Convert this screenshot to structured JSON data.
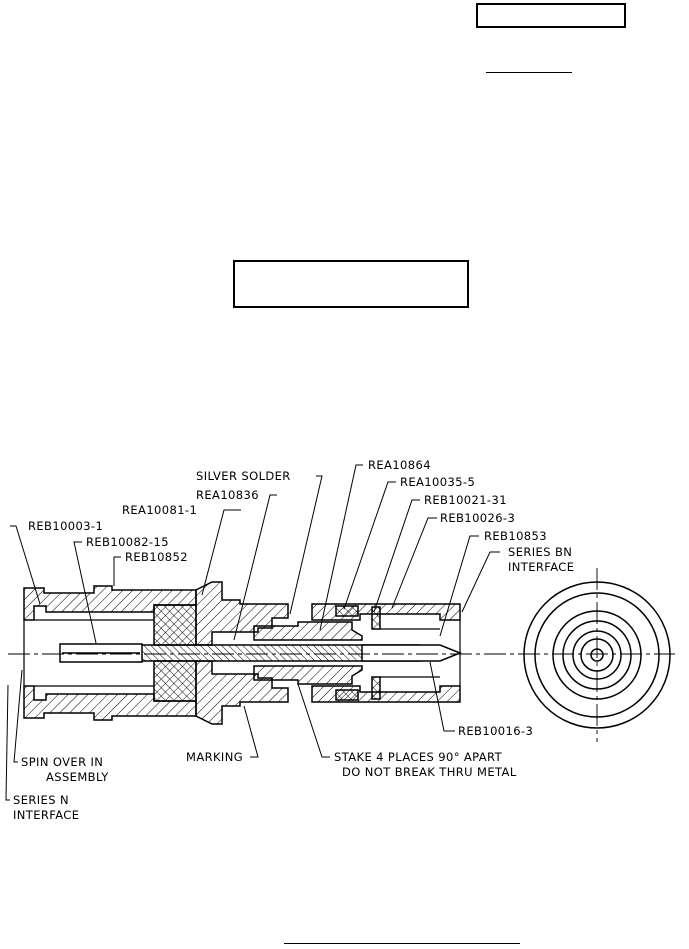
{
  "labels": {
    "silver_solder": "SILVER SOLDER",
    "rea10864": "REA10864",
    "rea10035_5": "REA10035-5",
    "reb10021_31": "REB10021-31",
    "reb10026_3": "REB10026-3",
    "reb10853": "REB10853",
    "series_bn_1": "SERIES BN",
    "series_bn_2": "INTERFACE",
    "rea10836": "REA10836",
    "rea10081_1": "REA10081-1",
    "reb10003_1": "REB10003-1",
    "reb10082_15": "REB10082-15",
    "reb10852": "REB10852",
    "spin_over_1": "SPIN OVER IN",
    "spin_over_2": "ASSEMBLY",
    "series_n_1": "SERIES N",
    "series_n_2": "INTERFACE",
    "marking": "MARKING",
    "stake_1": "STAKE 4 PLACES 90° APART",
    "stake_2": "DO NOT BREAK THRU METAL",
    "reb10016_3": "REB10016-3"
  }
}
